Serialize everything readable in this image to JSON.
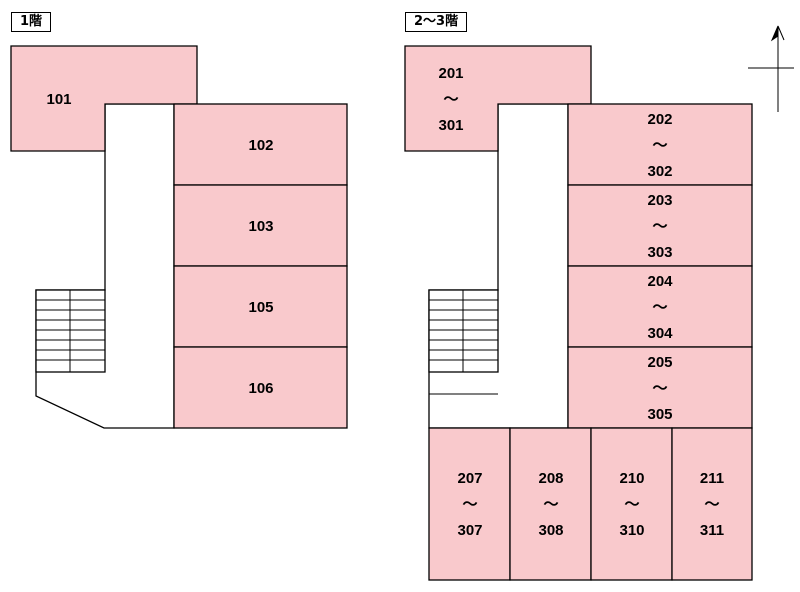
{
  "floor1": {
    "title": "1階",
    "rooms": [
      "101",
      "102",
      "103",
      "105",
      "106"
    ]
  },
  "floor23": {
    "title": "2～3階",
    "separator": "～",
    "rooms": [
      {
        "top": "201",
        "bottom": "301"
      },
      {
        "top": "202",
        "bottom": "302"
      },
      {
        "top": "203",
        "bottom": "303"
      },
      {
        "top": "204",
        "bottom": "304"
      },
      {
        "top": "205",
        "bottom": "305"
      },
      {
        "top": "207",
        "bottom": "307"
      },
      {
        "top": "208",
        "bottom": "308"
      },
      {
        "top": "210",
        "bottom": "310"
      },
      {
        "top": "211",
        "bottom": "311"
      }
    ]
  },
  "icons": {
    "compass": "north-arrow-icon"
  }
}
